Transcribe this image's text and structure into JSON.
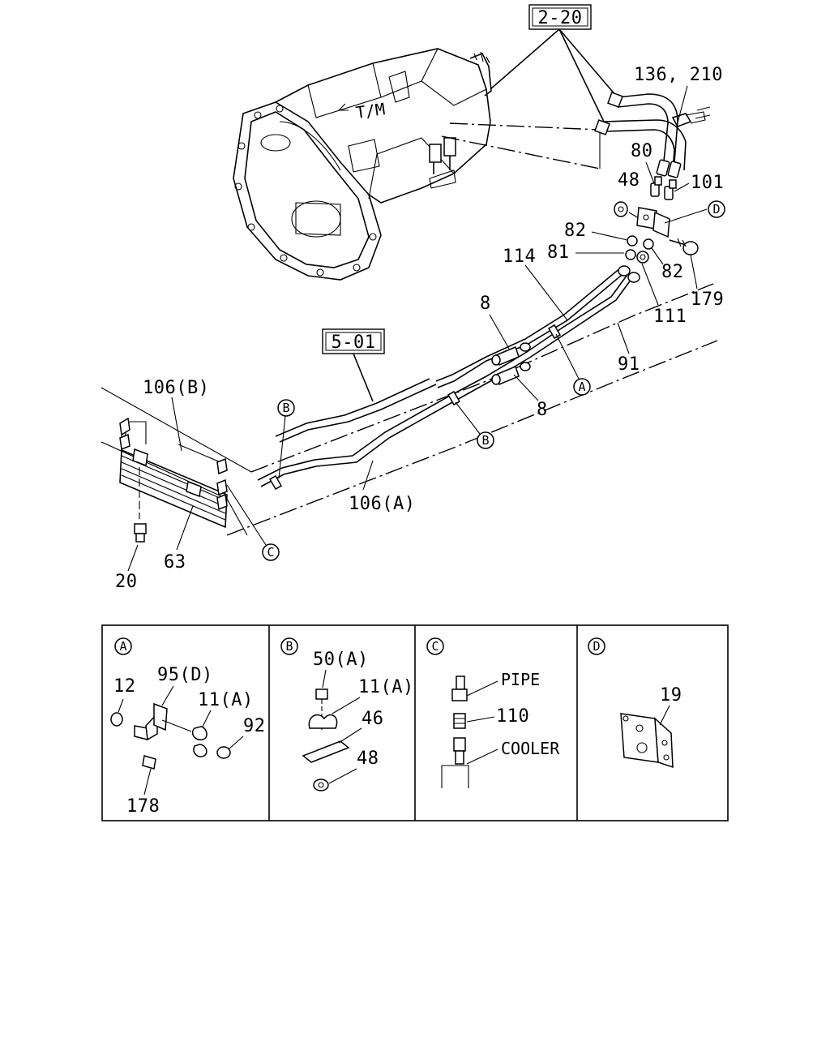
{
  "refs": {
    "transmission_ref": "2-20",
    "frame_ref": "5-01"
  },
  "transmission_label": "T/M",
  "callouts": {
    "hose": "136, 210",
    "p80": "80",
    "p48": "48",
    "p101": "101",
    "p82a": "82",
    "p81": "81",
    "p82b": "82",
    "p114": "114",
    "p179": "179",
    "p111": "111",
    "p8a": "8",
    "p8b": "8",
    "p91": "91",
    "p106b": "106(B)",
    "p106a": "106(A)",
    "p63": "63",
    "p20": "20"
  },
  "markers": {
    "A": "A",
    "B": "B",
    "C": "C",
    "D": "D"
  },
  "detail_panels": [
    {
      "id": "A",
      "labels": [
        "12",
        "95(D)",
        "11(A)",
        "92",
        "178"
      ]
    },
    {
      "id": "B",
      "labels": [
        "50(A)",
        "11(A)",
        "46",
        "48"
      ]
    },
    {
      "id": "C",
      "labels": [
        "PIPE",
        "110",
        "COOLER"
      ]
    },
    {
      "id": "D",
      "labels": [
        "19"
      ]
    }
  ]
}
